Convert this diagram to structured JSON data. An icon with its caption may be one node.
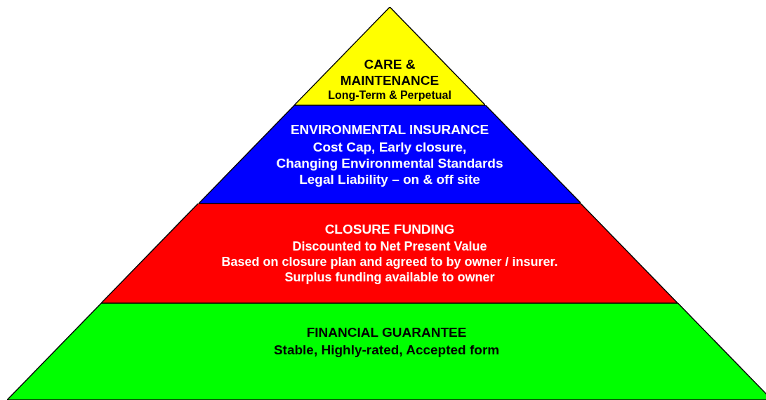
{
  "diagram": {
    "nodes": [
      {
        "text": [
          "CARE & MAINTENANCE",
          "Long-Term & Perpetual"
        ]
      },
      {
        "text": [
          "ENVIRONMENTAL INSURANCE",
          "Cost Cap,  Early closure,",
          "Changing Environmental Standards",
          "Legal Liability – on & off site"
        ]
      },
      {
        "text": [
          "CLOSURE FUNDING",
          "Discounted to Net Present Value",
          "Based on closure plan and agreed to by owner / insurer.",
          "Surplus funding available to owner"
        ]
      },
      {
        "text": [
          "FINANCIAL GUARANTEE",
          "Stable, Highly-rated, Accepted form"
        ]
      }
    ],
    "edges": []
  }
}
